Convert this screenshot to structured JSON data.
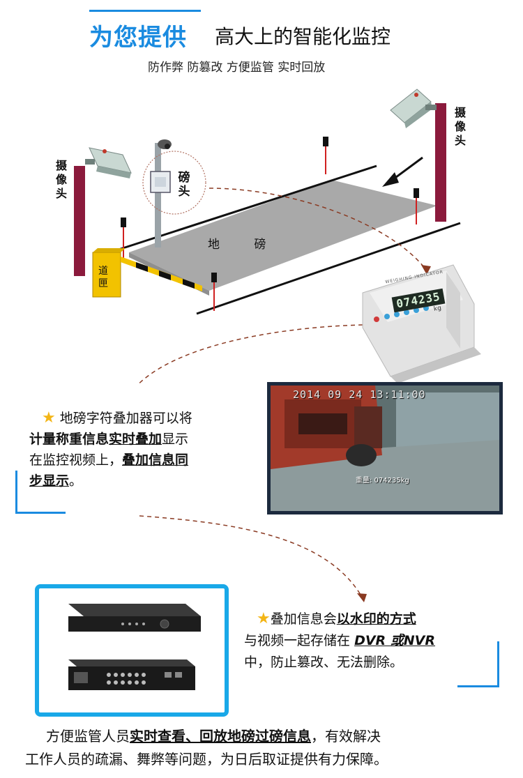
{
  "header": {
    "title_blue": "为您提供",
    "title_black": "高大上的智能化监控",
    "subtitle": "防作弊 防篡改 方便监管 实时回放"
  },
  "diagram": {
    "camera_left_label": [
      "摄",
      "像",
      "头"
    ],
    "camera_right_label": [
      "摄",
      "像",
      "头"
    ],
    "pound_head_label": [
      "磅",
      "头"
    ],
    "weighbridge_label": "地 磅",
    "gate_label": [
      "道",
      "匣"
    ],
    "indicator_header": "WEIGHING INDICATOR",
    "indicator_value": "074235",
    "indicator_unit": "kg"
  },
  "section1": {
    "line1": "地磅字符叠加器可以将",
    "line2_bold": "计量称重信息",
    "line2_bold_u": "实时叠加",
    "line2_tail": "显示",
    "line3_plain": "在监控视频上，",
    "line3_bold": "叠加信息同",
    "line4_bold": "步显示",
    "line4_tail": "。"
  },
  "video": {
    "timestamp": "2014 09 24    13:11:00",
    "weight_label": "重量: 074235kg"
  },
  "section2": {
    "line1_plain": "叠加信息会",
    "line1_bold": "以水印的方式",
    "line2_plain": "与视频一起存储在",
    "line2_italic": "DVR 或NVR",
    "line3": "中，防止篡改、无法删除。"
  },
  "bottom": {
    "line1_plain1": "方便监管人员",
    "line1_bold": "实时查看、回放地磅过磅信息",
    "line1_plain2": "，有效解决",
    "line2": "工作人员的疏漏、舞弊等问题，为日后取证提供有力保障。"
  },
  "colors": {
    "accent_blue": "#1a8be0",
    "frame_blue": "#19a8e8",
    "pole_maroon": "#8b1a3c",
    "arrow_brown": "#8a3a22",
    "star_gold": "#f3b516",
    "plate_gray": "#a9a9a9"
  }
}
